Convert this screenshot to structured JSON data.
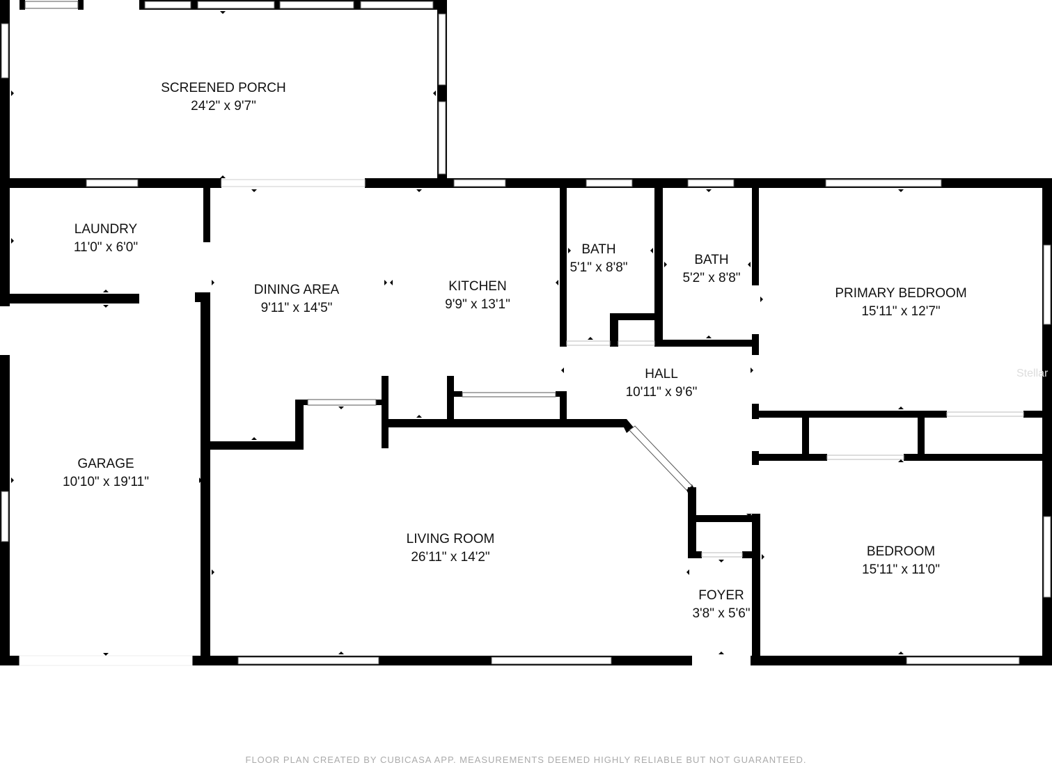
{
  "rooms": [
    {
      "id": "screened-porch",
      "name": "SCREENED PORCH",
      "dims": "24'2\" x 9'7\""
    },
    {
      "id": "laundry",
      "name": "LAUNDRY",
      "dims": "11'0\" x 6'0\""
    },
    {
      "id": "dining-area",
      "name": "DINING AREA",
      "dims": "9'11\" x 14'5\""
    },
    {
      "id": "kitchen",
      "name": "KITCHEN",
      "dims": "9'9\" x 13'1\""
    },
    {
      "id": "bath-1",
      "name": "BATH",
      "dims": "5'1\" x 8'8\""
    },
    {
      "id": "bath-2",
      "name": "BATH",
      "dims": "5'2\" x 8'8\""
    },
    {
      "id": "primary-bedroom",
      "name": "PRIMARY BEDROOM",
      "dims": "15'11\" x 12'7\""
    },
    {
      "id": "hall",
      "name": "HALL",
      "dims": "10'11\" x 9'6\""
    },
    {
      "id": "garage",
      "name": "GARAGE",
      "dims": "10'10\" x 19'11\""
    },
    {
      "id": "living-room",
      "name": "LIVING ROOM",
      "dims": "26'11\" x 14'2\""
    },
    {
      "id": "foyer",
      "name": "FOYER",
      "dims": "3'8\" x 5'6\""
    },
    {
      "id": "bedroom",
      "name": "BEDROOM",
      "dims": "15'11\" x 11'0\""
    }
  ],
  "footer": "FLOOR PLAN CREATED BY CUBICASA APP. MEASUREMENTS DEEMED HIGHLY RELIABLE BUT NOT GUARANTEED.",
  "watermark": "Stellar",
  "colors": {
    "wall": "#000000",
    "background": "#ffffff",
    "footer_text": "#aaaaaa"
  }
}
